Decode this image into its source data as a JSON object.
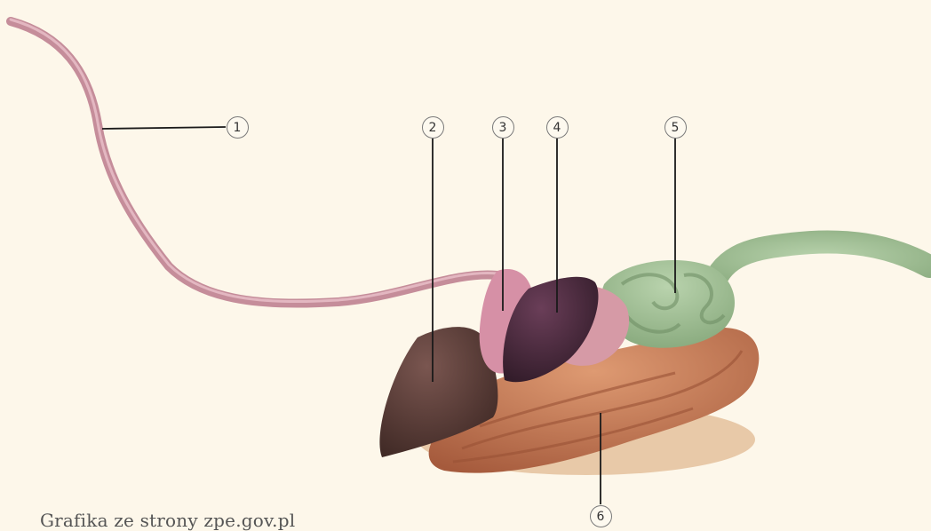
{
  "labels": [
    "1",
    "2",
    "3",
    "4",
    "5",
    "6"
  ],
  "caption": "Grafika ze strony zpe.gov.pl",
  "colors": {
    "background": "#fdf7ea",
    "esophagus_tube": "#c58d9a",
    "liver": "#5a3d38",
    "pink_organ": "#d690a6",
    "dark_organ": "#4a2b3c",
    "green_intestine": "#9bbb8f",
    "orange_intestine": "#c97b55"
  }
}
